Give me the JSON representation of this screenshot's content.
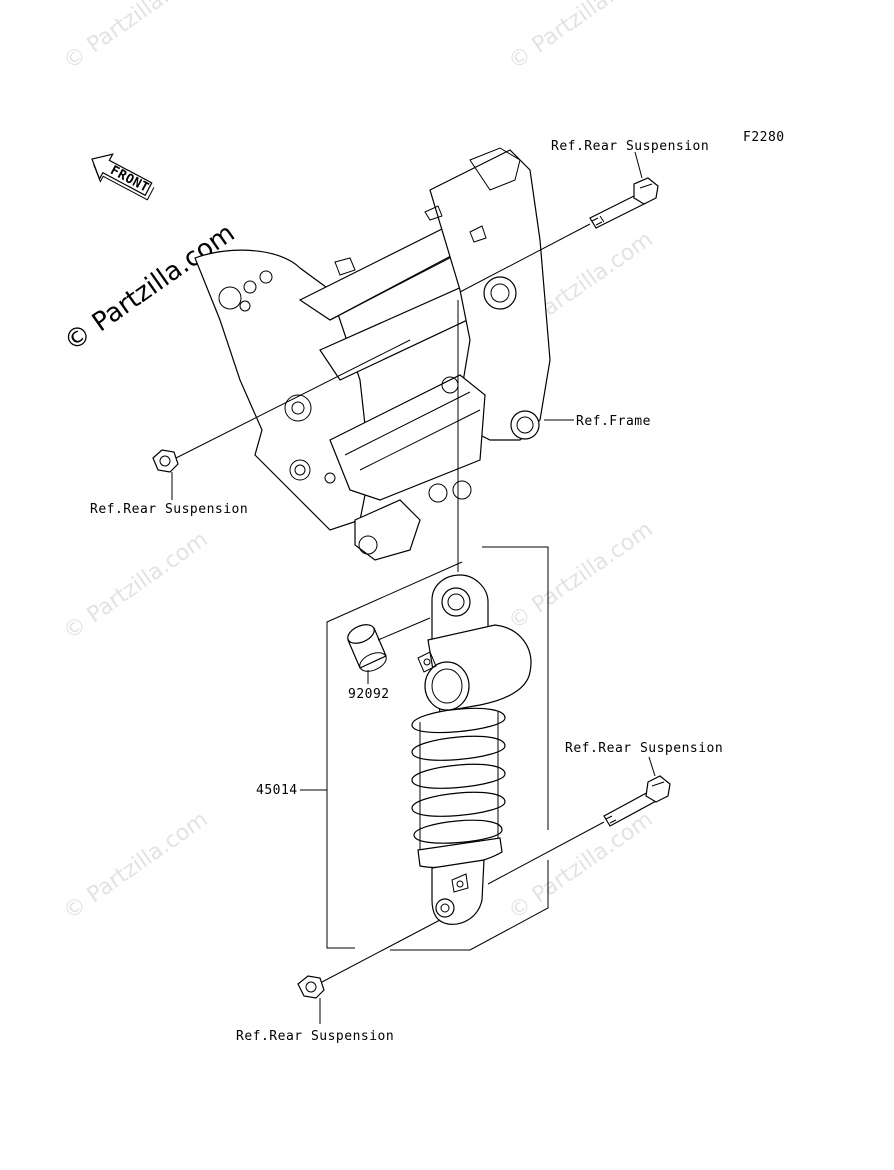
{
  "diagram": {
    "figure_code": "F2280",
    "front_arrow": {
      "label": "FRONT",
      "icon": "front-arrow-icon"
    },
    "watermark": {
      "brand_text": "© Partzilla.com"
    },
    "labels": {
      "ref_rear_suspension_top": "Ref.Rear Suspension",
      "ref_frame": "Ref.Frame",
      "ref_rear_suspension_left": "Ref.Rear Suspension",
      "part_92092": "92092",
      "part_45014": "45014",
      "ref_rear_suspension_right": "Ref.Rear Suspension",
      "ref_rear_suspension_bottom": "Ref.Rear Suspension"
    },
    "colors": {
      "line": "#000000",
      "background": "#ffffff",
      "watermark": "#e3e3e3"
    }
  }
}
